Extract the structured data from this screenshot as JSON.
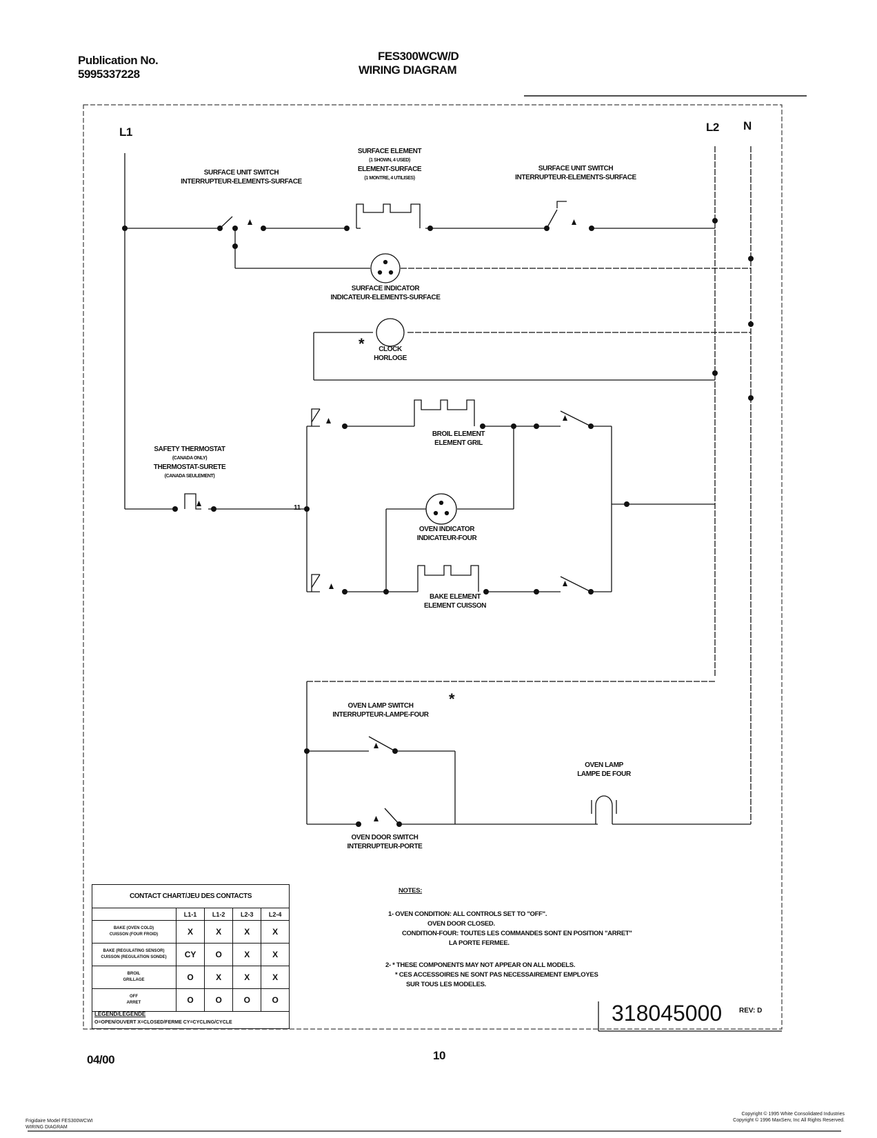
{
  "header": {
    "publication_label": "Publication No.",
    "publication_number": "5995337228",
    "model": "FES300WCW/D",
    "title": "WIRING DIAGRAM"
  },
  "terminals": {
    "l1": "L1",
    "l2": "L2",
    "n": "N",
    "l1_branch": "11"
  },
  "labels": {
    "surface_switch_left": [
      "SURFACE UNIT SWITCH",
      "INTERRUPTEUR-ELEMENTS-SURFACE"
    ],
    "surface_element": [
      "SURFACE ELEMENT",
      "(1 SHOWN, 4 USED)",
      "ELEMENT-SURFACE",
      "(1 MONTRE, 4 UTILISES)"
    ],
    "surface_switch_right": [
      "SURFACE UNIT SWITCH",
      "INTERRUPTEUR-ELEMENTS-SURFACE"
    ],
    "surface_indicator": [
      "SURFACE INDICATOR",
      "INDICATEUR-ELEMENTS-SURFACE"
    ],
    "clock": [
      "CLOCK",
      "HORLOGE"
    ],
    "broil_element": [
      "BROIL ELEMENT",
      "ELEMENT GRIL"
    ],
    "safety_thermostat": [
      "SAFETY THERMOSTAT",
      "(CANADA ONLY)",
      "THERMOSTAT-SURETE",
      "(CANADA SEULEMENT)"
    ],
    "oven_indicator": [
      "OVEN INDICATOR",
      "INDICATEUR-FOUR"
    ],
    "bake_element": [
      "BAKE ELEMENT",
      "ELEMENT CUISSON"
    ],
    "oven_lamp_switch": [
      "OVEN LAMP SWITCH",
      "INTERRUPTEUR-LAMPE-FOUR"
    ],
    "oven_lamp": [
      "OVEN LAMP",
      "LAMPE DE FOUR"
    ],
    "oven_door_switch": [
      "OVEN DOOR SWITCH",
      "INTERRUPTEUR-PORTE"
    ],
    "asterisk": "*"
  },
  "contact_chart": {
    "title": "CONTACT CHART/JEU DES CONTACTS",
    "columns": [
      "L1-1",
      "L1-2",
      "L2-3",
      "L2-4"
    ],
    "rows": [
      {
        "label": [
          "BAKE (OVEN COLD)",
          "CUISSON (FOUR FROID)"
        ],
        "cells": [
          "X",
          "X",
          "X",
          "X"
        ]
      },
      {
        "label": [
          "BAKE (REGULATING SENSOR)",
          "CUISSON (REGULATION SONDE)"
        ],
        "cells": [
          "CY",
          "O",
          "X",
          "X"
        ]
      },
      {
        "label": [
          "BROIL",
          "GRILLAGE"
        ],
        "cells": [
          "O",
          "X",
          "X",
          "X"
        ]
      },
      {
        "label": [
          "OFF",
          "ARRET"
        ],
        "cells": [
          "O",
          "O",
          "O",
          "O"
        ]
      }
    ],
    "legend_title": "LEGEND/LEGENDE",
    "legend_text": "O=OPEN/OUVERT  X=CLOSED/FERME  CY=CYCLING/CYCLE"
  },
  "notes": {
    "heading": "NOTES:",
    "lines": [
      "1- OVEN CONDITION: ALL CONTROLS SET TO \"OFF\".",
      "OVEN DOOR CLOSED.",
      "CONDITION-FOUR: TOUTES LES COMMANDES SONT EN POSITION \"ARRET\"",
      "LA PORTE FERMEE.",
      "2- * THESE COMPONENTS MAY NOT APPEAR ON ALL MODELS.",
      "* CES ACCESSOIRES NE SONT PAS NECESSAIREMENT EMPLOYES",
      "SUR TOUS LES MODELES."
    ]
  },
  "part_number": {
    "value": "318045000",
    "rev": "REV: D"
  },
  "footer": {
    "date": "04/00",
    "page": "10",
    "model_line_1": "Frigidaire Model FES300WCWI",
    "model_line_2": "WIRING DIAGRAM",
    "copyright_1": "Copyright © 1995 White Consolidated Industries",
    "copyright_2": "Copyright © 1996 MaxServ, Inc   All Rights Reserved."
  }
}
